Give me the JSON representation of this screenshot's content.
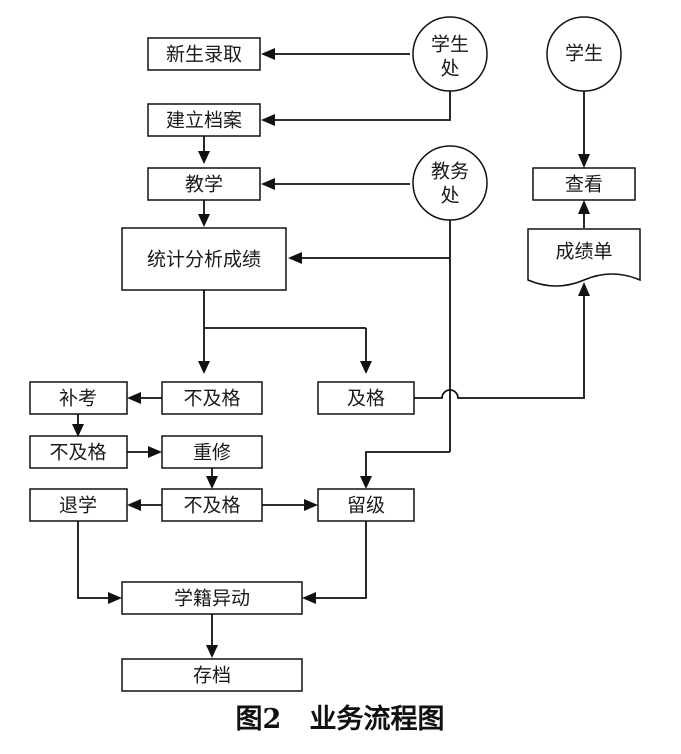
{
  "nodes": {
    "xinsheng": "新生录取",
    "jianli": "建立档案",
    "jiaoxue": "教学",
    "tongji": "统计分析成绩",
    "bujige1": "不及格",
    "jige": "及格",
    "bukao": "补考",
    "bujige2": "不及格",
    "chongxiu": "重修",
    "tuixue": "退学",
    "bujige3": "不及格",
    "liuji": "留级",
    "xueji": "学籍异动",
    "cundang": "存档",
    "chakan": "查看",
    "chengjidan": "成绩单"
  },
  "actors": {
    "xueshengchu": [
      "学生",
      "处"
    ],
    "jiaowuchu": [
      "教务",
      "处"
    ],
    "xuesheng": "学生"
  },
  "caption": "图2   业务流程图"
}
